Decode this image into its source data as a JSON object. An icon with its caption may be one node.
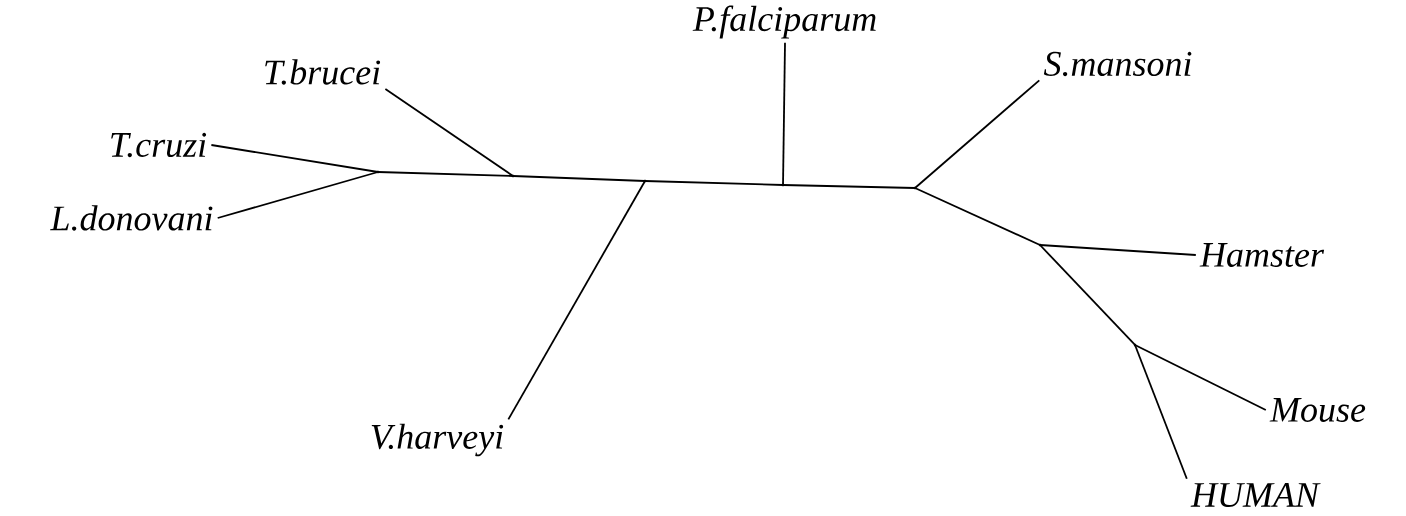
{
  "diagram": {
    "nodes": [
      {
        "text": [
          "T.brucei"
        ]
      },
      {
        "text": [
          "P.falciparum"
        ]
      },
      {
        "text": [
          "S.mansoni"
        ]
      },
      {
        "text": [
          "T.cruzi"
        ]
      },
      {
        "text": [
          "L.donovani"
        ]
      },
      {
        "text": [
          "Hamster"
        ]
      },
      {
        "text": [
          "Mouse"
        ]
      },
      {
        "text": [
          "V.harveyi"
        ]
      },
      {
        "text": [
          "HUMAN"
        ]
      },
      {
        "text": [],
        "shape": "point"
      },
      {
        "text": [],
        "shape": "point"
      },
      {
        "text": [],
        "shape": "point"
      },
      {
        "text": [],
        "shape": "point"
      },
      {
        "text": [],
        "shape": "point"
      },
      {
        "text": [],
        "shape": "point"
      },
      {
        "text": [],
        "shape": "point"
      }
    ],
    "edges": [
      {
        "from": 3,
        "to": 9,
        "arrow": "none"
      },
      {
        "from": 4,
        "to": 9,
        "arrow": "none"
      },
      {
        "from": 9,
        "to": 10,
        "arrow": "none"
      },
      {
        "from": 0,
        "to": 10,
        "arrow": "none"
      },
      {
        "from": 10,
        "to": 11,
        "arrow": "none"
      },
      {
        "from": 11,
        "to": 7,
        "arrow": "none"
      },
      {
        "from": 11,
        "to": 12,
        "arrow": "none"
      },
      {
        "from": 1,
        "to": 12,
        "arrow": "none"
      },
      {
        "from": 12,
        "to": 13,
        "arrow": "none"
      },
      {
        "from": 2,
        "to": 13,
        "arrow": "none"
      },
      {
        "from": 13,
        "to": 14,
        "arrow": "none"
      },
      {
        "from": 14,
        "to": 5,
        "arrow": "none"
      },
      {
        "from": 14,
        "to": 15,
        "arrow": "none"
      },
      {
        "from": 15,
        "to": 6,
        "arrow": "none"
      },
      {
        "from": 15,
        "to": 8,
        "arrow": "none"
      }
    ]
  }
}
